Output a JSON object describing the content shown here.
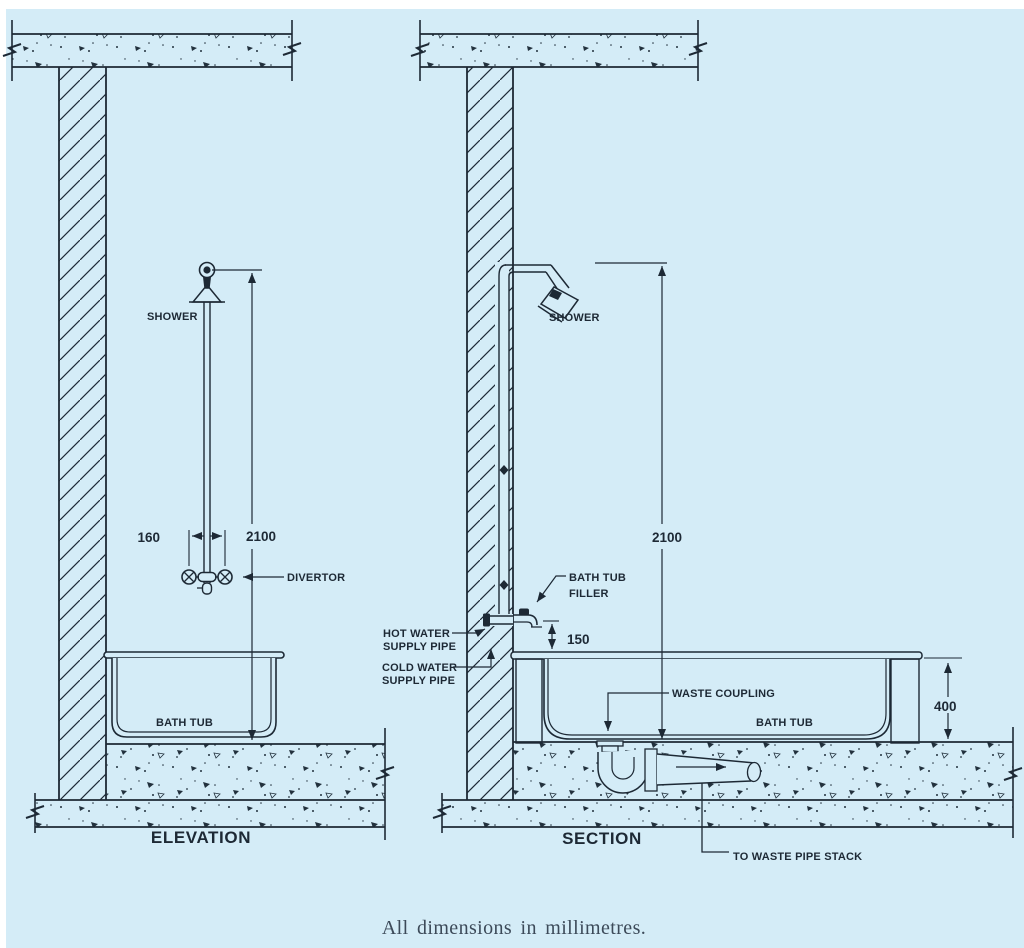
{
  "drawing": {
    "caption": "All dimensions in millimetres.",
    "elevation": {
      "title": "ELEVATION",
      "shower_label": "SHOWER",
      "divertor_label": "DIVERTOR",
      "bath_tub_label": "BATH TUB",
      "dim_shower_height": "2100",
      "dim_valve_spacing": "160"
    },
    "section": {
      "title": "SECTION",
      "shower_label": "SHOWER",
      "filler_label_1": "BATH TUB",
      "filler_label_2": "FILLER",
      "hot_water_label_1": "HOT WATER",
      "hot_water_label_2": "SUPPLY PIPE",
      "cold_water_label_1": "COLD WATER",
      "cold_water_label_2": "SUPPLY PIPE",
      "waste_coupling_label": "WASTE COUPLING",
      "bath_tub_label": "BATH TUB",
      "waste_stack_label": "TO WASTE PIPE STACK",
      "dim_shower_height": "2100",
      "dim_filler_height": "150",
      "dim_tub_depth": "400"
    },
    "colors": {
      "background": "#d4ecf7",
      "line": "#1d2935",
      "caption_text": "#3c4a59"
    }
  }
}
